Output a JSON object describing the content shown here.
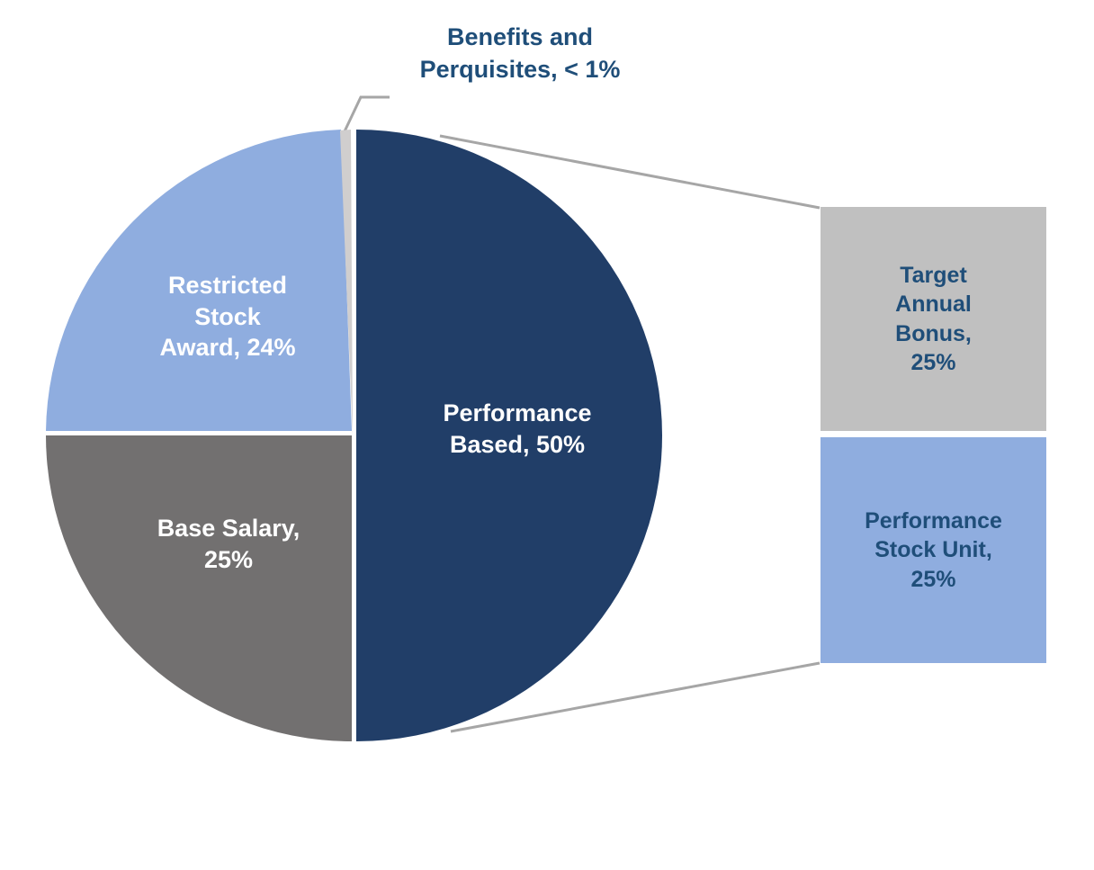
{
  "chart_data": {
    "type": "pie",
    "title": "",
    "categories": [
      "Performance Based",
      "Base Salary",
      "Restricted Stock Award",
      "Benefits and Perquisites"
    ],
    "values": [
      50,
      25,
      24,
      0.6
    ],
    "labels": [
      "Performance Based, 50%",
      "Base Salary, 25%",
      "Restricted Stock Award, 24%",
      "Benefits and Perquisites, < 1%"
    ],
    "colors": [
      "#213E68",
      "#727070",
      "#8FADDF",
      "#D0CECE"
    ],
    "legend": "none",
    "grid": false,
    "breakout": {
      "source_category": "Performance Based",
      "categories": [
        "Target Annual Bonus",
        "Performance Stock Unit"
      ],
      "values": [
        25,
        25
      ],
      "labels": [
        "Target Annual Bonus, 25%",
        "Performance Stock Unit, 25%"
      ],
      "colors": [
        "#C0C0C0",
        "#8FADDF"
      ]
    }
  },
  "callout": {
    "benefits_label": "Benefits and\nPerquisites, < 1%"
  },
  "pie_labels": {
    "restricted": "Restricted\nStock\nAward, 24%",
    "base_salary": "Base Salary,\n25%",
    "performance_based": "Performance\nBased, 50%"
  },
  "breakout_boxes": {
    "target_annual_bonus": "Target\nAnnual\nBonus,\n25%",
    "performance_stock_unit": "Performance\nStock Unit,\n25%"
  },
  "palette": {
    "navy": "#213E68",
    "light_blue": "#8FADDF",
    "gray": "#727070",
    "light_gray": "#C0C0C0",
    "sliver_gray": "#D0CECE",
    "text_blue": "#1F4E79",
    "leader_line": "#A6A6A6",
    "background": "#FFFFFF"
  }
}
